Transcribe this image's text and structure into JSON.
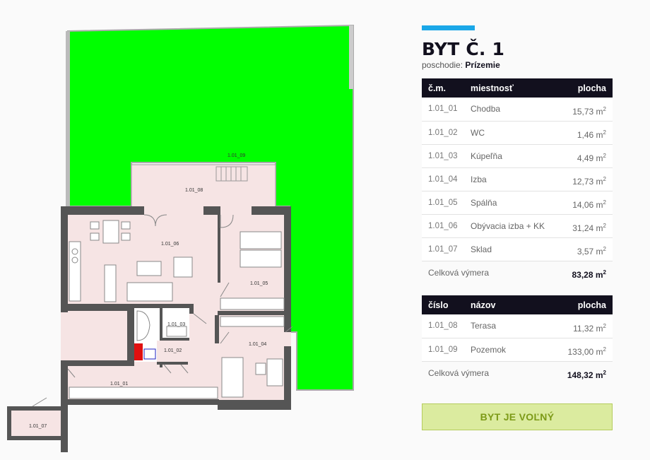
{
  "apartment": {
    "title": "BYT Č. 1",
    "floor_label": "poschodie:",
    "floor_value": "Prízemie"
  },
  "rooms_table": {
    "headers": {
      "code": "č.m.",
      "name": "miestnosť",
      "area": "plocha"
    },
    "rows": [
      {
        "code": "1.01_01",
        "name": "Chodba",
        "area": "15,73 m"
      },
      {
        "code": "1.01_02",
        "name": "WC",
        "area": "1,46 m"
      },
      {
        "code": "1.01_03",
        "name": "Kúpeľňa",
        "area": "4,49 m"
      },
      {
        "code": "1.01_04",
        "name": "Izba",
        "area": "12,73 m"
      },
      {
        "code": "1.01_05",
        "name": "Spálňa",
        "area": "14,06 m"
      },
      {
        "code": "1.01_06",
        "name": "Obývacia izba + KK",
        "area": "31,24 m"
      },
      {
        "code": "1.01_07",
        "name": "Sklad",
        "area": "3,57 m"
      }
    ],
    "total_label": "Celková výmera",
    "total_value": "83,28 m"
  },
  "outdoor_table": {
    "headers": {
      "code": "číslo",
      "name": "názov",
      "area": "plocha"
    },
    "rows": [
      {
        "code": "1.01_08",
        "name": "Terasa",
        "area": "11,32 m"
      },
      {
        "code": "1.01_09",
        "name": "Pozemok",
        "area": "133,00 m"
      }
    ],
    "total_label": "Celková výmera",
    "total_value": "148,32 m"
  },
  "unit_exponent": "2",
  "status_button": {
    "label": "BYT JE VOĽNÝ"
  },
  "plan_labels": {
    "r01": "1.01_01",
    "r02": "1.01_02",
    "r03": "1.01_03",
    "r04": "1.01_04",
    "r05": "1.01_05",
    "r06": "1.01_06",
    "r07": "1.01_07",
    "r08": "1.01_08",
    "r09": "1.01_09"
  },
  "colors": {
    "garden": "#00ff00",
    "rooms": "#f6e4e4",
    "accent": "#1aa7e8",
    "header": "#12101e",
    "status": "#dbeb9f"
  }
}
